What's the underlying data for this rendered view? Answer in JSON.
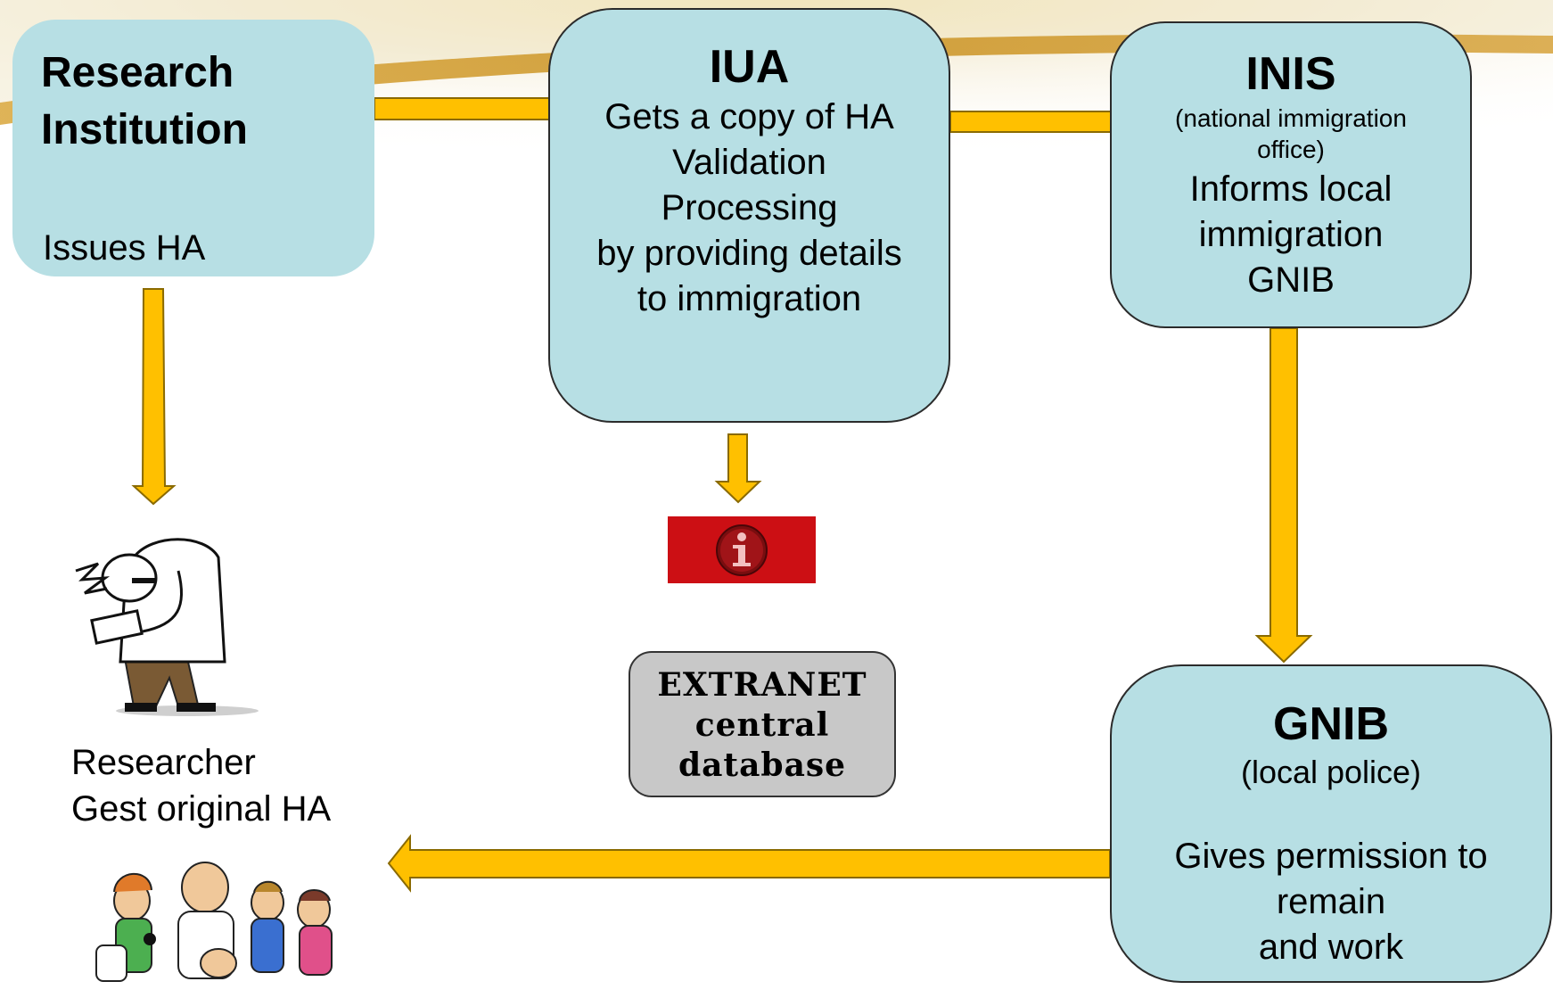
{
  "boxes": {
    "research": {
      "title": "Research Institution",
      "subtitle": "Issues HA"
    },
    "iua": {
      "title": "IUA",
      "lines": [
        "Gets a copy of HA",
        "Validation",
        "Processing",
        "by providing details",
        "to immigration"
      ]
    },
    "inis": {
      "title": "INIS",
      "note_lines": [
        "(national immigration",
        "office)"
      ],
      "lines": [
        "Informs local",
        "immigration",
        "GNIB"
      ]
    },
    "gnib": {
      "title": "GNIB",
      "note": "(local police)",
      "lines": [
        "Gives permission to",
        "remain",
        "and work"
      ]
    },
    "extranet": {
      "lines": [
        "EXTRANET",
        "central",
        "database"
      ]
    }
  },
  "researcher": {
    "lines": [
      "Researcher",
      "Gest original HA"
    ]
  },
  "icons": {
    "info": "info-icon",
    "researcher": "researcher-illustration-icon",
    "family": "cartoon-family-illustration-icon"
  },
  "colors": {
    "box_fill": "#b7dfe4",
    "arrow_fill": "#ffc000",
    "arrow_stroke": "#8a6a00",
    "info_banner": "#cc0f14",
    "extranet_fill": "#c8c8c8"
  }
}
